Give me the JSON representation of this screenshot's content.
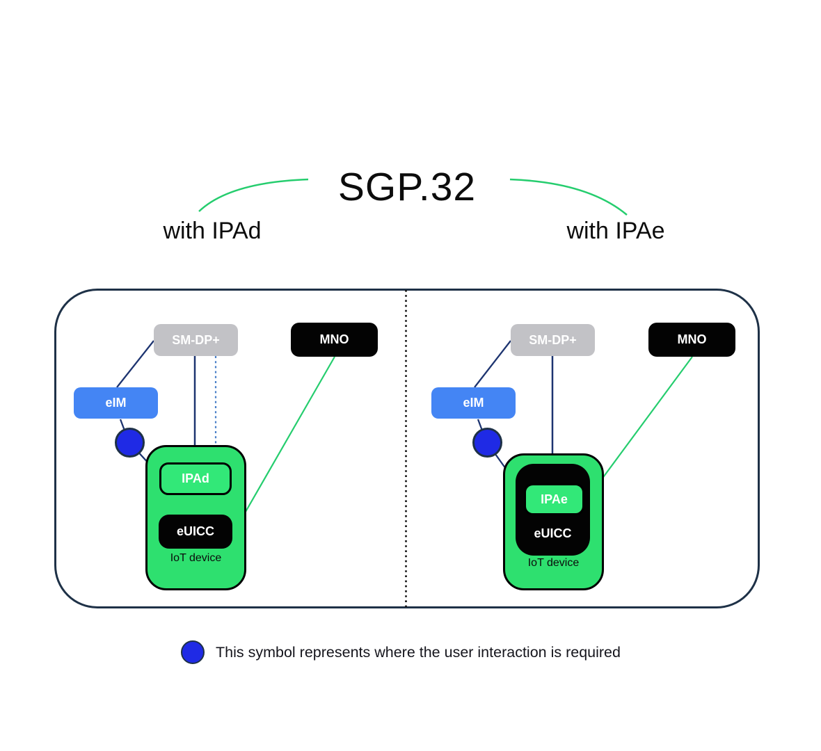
{
  "title": {
    "text": "SGP.32",
    "left_variant": "with IPAd",
    "right_variant": "with IPAe"
  },
  "panels": [
    {
      "variant": "IPAd",
      "smdp_label": "SM-DP+",
      "mno_label": "MNO",
      "eim_label": "eIM",
      "ipa_label": "IPAd",
      "euicc_label": "eUICC",
      "device_label": "IoT device"
    },
    {
      "variant": "IPAe",
      "smdp_label": "SM-DP+",
      "mno_label": "MNO",
      "eim_label": "eIM",
      "ipa_label": "IPAe",
      "euicc_label": "eUICC",
      "device_label": "IoT device"
    }
  ],
  "legend": {
    "icon": "user-interaction-dot",
    "text": "This symbol represents where the user interaction is required"
  },
  "colors": {
    "frame": "#1e3147",
    "gray": "#c2c2c6",
    "black": "#030303",
    "eimblue": "#4485f4",
    "dotblue": "#1f2ae5",
    "green": "#2ee06f",
    "green2": "#32e878",
    "navy": "#1d3470",
    "dashblue": "#4a80c8",
    "greenline": "#25cd6e",
    "divider": "#101010"
  }
}
